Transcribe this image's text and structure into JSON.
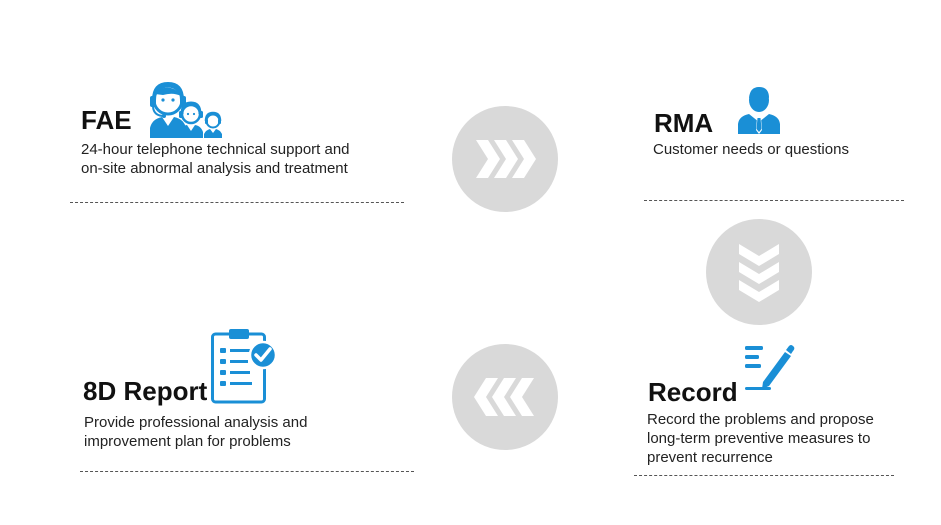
{
  "fae": {
    "title": "FAE",
    "description": "24-hour telephone technical support and on-site abnormal analysis and treatment",
    "icon": "support-agents-icon"
  },
  "rma": {
    "title": "RMA",
    "description": "Customer needs or questions",
    "icon": "businessman-icon"
  },
  "record": {
    "title": "Record",
    "description": "Record the problems and propose long-term preventive measures to prevent recurrence",
    "icon": "pen-notes-icon"
  },
  "report_8d": {
    "title": "8D Report",
    "description": "Provide professional analysis and improvement plan for problems",
    "icon": "clipboard-check-icon"
  },
  "arrows": {
    "top": "chevrons-right-icon",
    "right": "chevrons-down-icon",
    "bottom": "chevrons-left-icon"
  },
  "colors": {
    "accent": "#1a8fd6",
    "circle": "#d9d9d9",
    "chevron": "#ffffff"
  }
}
